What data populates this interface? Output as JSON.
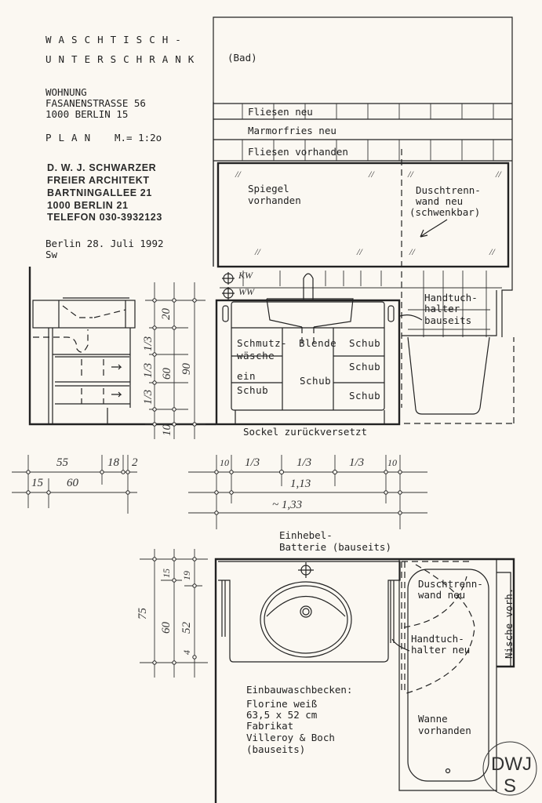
{
  "title": {
    "line1": "WASCHTISCH-",
    "line2": "UNTERSCHRANK",
    "room": "(Bad)"
  },
  "project": {
    "label": "WOHNUNG",
    "street": "FASANENSTRASSE 56",
    "city": "1000  BERLIN  15",
    "plan": "PLAN",
    "scale": "M.= 1:2o"
  },
  "architect": {
    "name": "D. W. J. SCHWARZER",
    "title": "FREIER ARCHITEKT",
    "street": "BARTNINGALLEE 21",
    "city": "1000 BERLIN 21",
    "phone": "TELEFON 030-3932123"
  },
  "date": {
    "place_date": "Berlin  28. Juli 1992",
    "initials": "Sw"
  },
  "elevation": {
    "tiles_new": "Fliesen neu",
    "marble_frieze": "Marmorfries neu",
    "tiles_existing": "Fliesen vorhanden",
    "mirror": [
      "Spiegel",
      "vorhanden"
    ],
    "shower_screen": [
      "Duschtrenn-",
      "wand neu",
      "(schwenkbar)"
    ],
    "kw": "KW",
    "ww": "WW",
    "towel_holder": [
      "Handtuch-",
      "halter",
      "bauseits"
    ],
    "laundry": [
      "Schmutz-",
      "wäsche",
      "ein",
      "Schub"
    ],
    "panel": "Blende",
    "drawer": "Schub",
    "plinth": "Sockel zurückversetzt"
  },
  "side_dims": {
    "top": "20",
    "d1": "1/3",
    "d2": "1/3",
    "d3": "1/3",
    "mid": "60",
    "total": "90",
    "base": "10"
  },
  "dims_left": {
    "a": "55",
    "b": "18",
    "c": "2",
    "d": "15",
    "e": "60"
  },
  "dims_right": {
    "a": "10",
    "b": "1/3",
    "c": "1/3",
    "d": "1/3",
    "e": "10",
    "inner": "1,13",
    "total": "~ 1,33"
  },
  "plan": {
    "mixer": [
      "Einhebel-",
      "Batterie (bauseits)"
    ],
    "shower_screen": [
      "Duschtrenn-",
      "wand neu"
    ],
    "towel_holder": [
      "Handtuch-",
      "halter neu"
    ],
    "niche": "Nische vorh.",
    "basin_title": "Einbauwaschbecken:",
    "basin_lines": [
      "Florine weiß",
      "63,5 x 52 cm",
      "Fabrikat",
      "Villeroy & Boch",
      "(bauseits)"
    ],
    "tub": [
      "Wanne",
      "vorhanden"
    ]
  },
  "plan_dims": {
    "total": "75",
    "a": "15",
    "b": "60",
    "c": "19",
    "d": "52",
    "e": "4"
  },
  "stamp": "DWJS"
}
